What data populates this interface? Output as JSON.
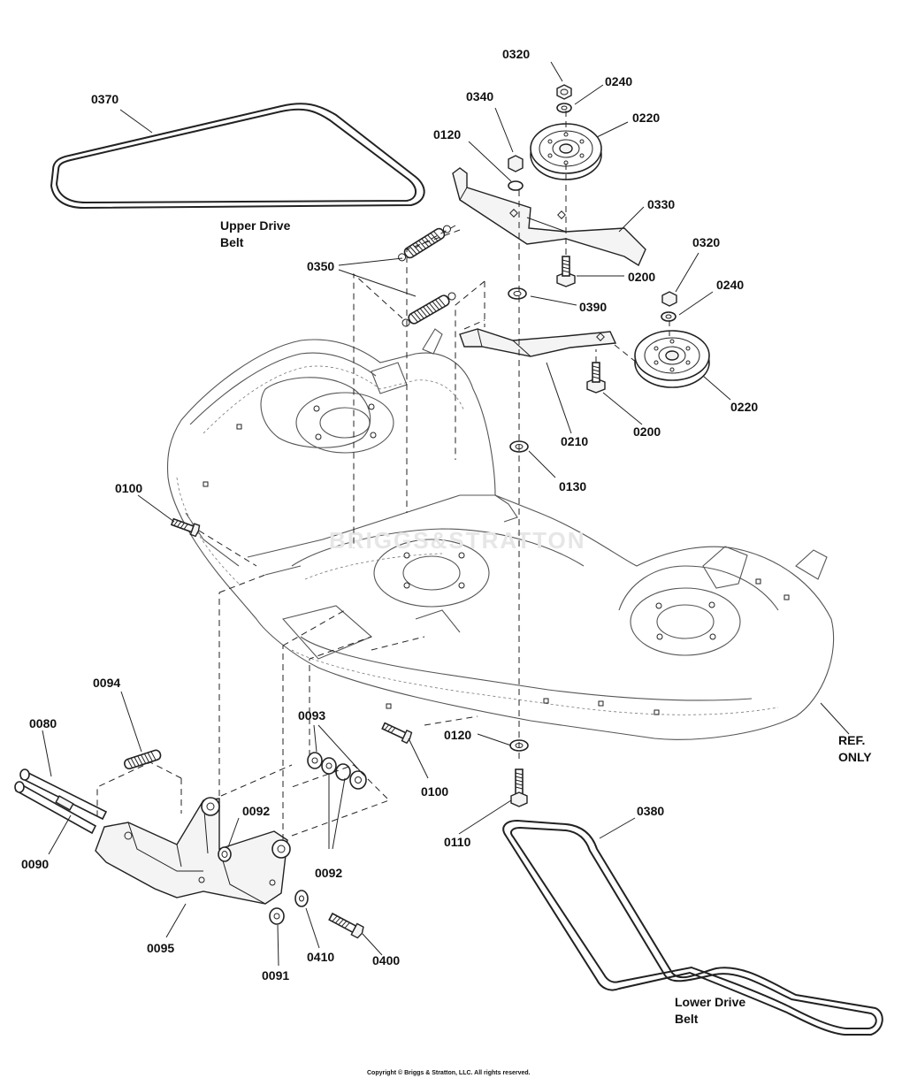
{
  "part_labels": {
    "p0320a": "0320",
    "p0240a": "0240",
    "p0220a": "0220",
    "p0340": "0340",
    "p0120a": "0120",
    "p0330": "0330",
    "p0370": "0370",
    "p0350": "0350",
    "p0200a": "0200",
    "p0390": "0390",
    "p0320b": "0320",
    "p0240b": "0240",
    "p0220b": "0220",
    "p0210": "0210",
    "p0200b": "0200",
    "p0130": "0130",
    "p0100a": "0100",
    "p0094": "0094",
    "p0080": "0080",
    "p0093": "0093",
    "p0120b": "0120",
    "p0100b": "0100",
    "p0092a": "0092",
    "p0092b": "0092",
    "p0090": "0090",
    "p0110": "0110",
    "p0380": "0380",
    "p0095": "0095",
    "p0410": "0410",
    "p0400": "0400",
    "p0091": "0091"
  },
  "captions": {
    "upper_belt_l1": "Upper Drive",
    "upper_belt_l2": "Belt",
    "lower_belt_l1": "Lower Drive",
    "lower_belt_l2": "Belt",
    "ref_l1": "REF.",
    "ref_l2": "ONLY"
  },
  "watermark": "BRIGGS&STRATTON",
  "copyright": "Copyright © Briggs & Stratton, LLC. All rights reserved."
}
